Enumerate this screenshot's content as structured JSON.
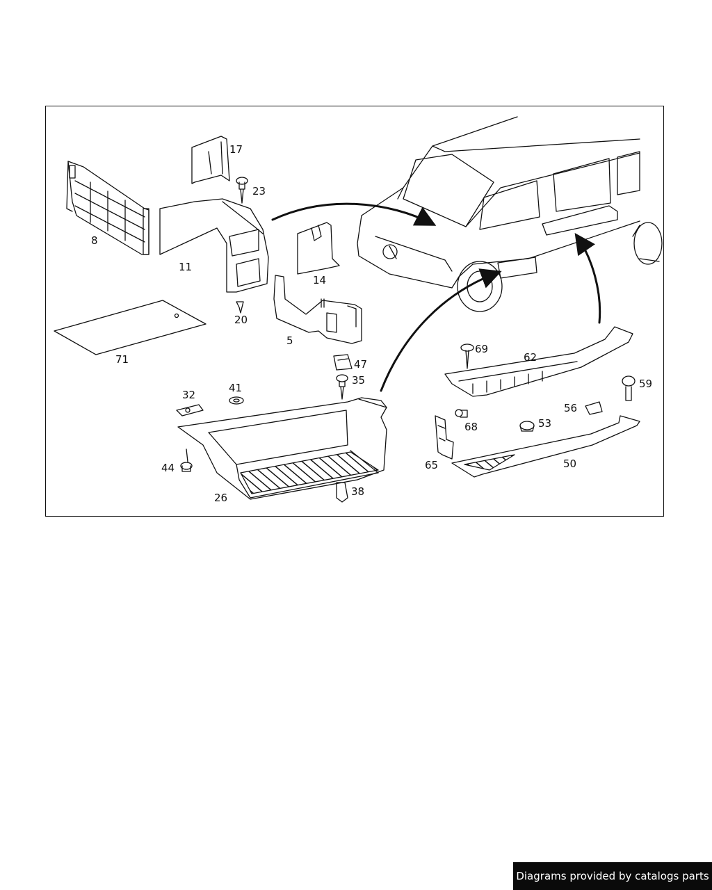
{
  "diagram": {
    "labels": [
      "8",
      "17",
      "23",
      "11",
      "20",
      "14",
      "5",
      "71",
      "47",
      "35",
      "32",
      "41",
      "44",
      "26",
      "38",
      "69",
      "62",
      "59",
      "56",
      "53",
      "68",
      "65",
      "50"
    ]
  },
  "footer": {
    "text": "Diagrams provided by catalogs parts"
  }
}
